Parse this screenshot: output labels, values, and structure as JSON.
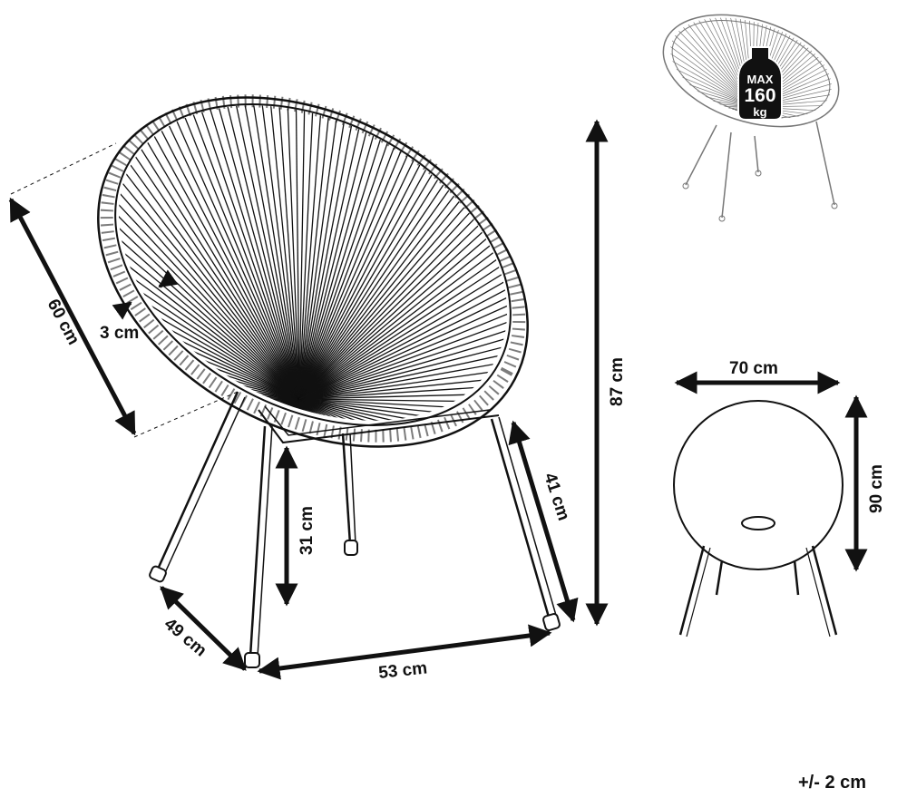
{
  "dimensions": {
    "frame_depth": "60 cm",
    "rim_thickness": "3 cm",
    "total_height": "87 cm",
    "seat_height": "31 cm",
    "leg_height": "41 cm",
    "base_depth": "49 cm",
    "base_width": "53 cm",
    "front_width": "70 cm",
    "front_height": "90 cm"
  },
  "load_badge": {
    "label": "MAX",
    "value": "160",
    "unit": "kg"
  },
  "tolerance": "+/- 2 cm",
  "colors": {
    "line": "#111111",
    "background": "#ffffff"
  }
}
